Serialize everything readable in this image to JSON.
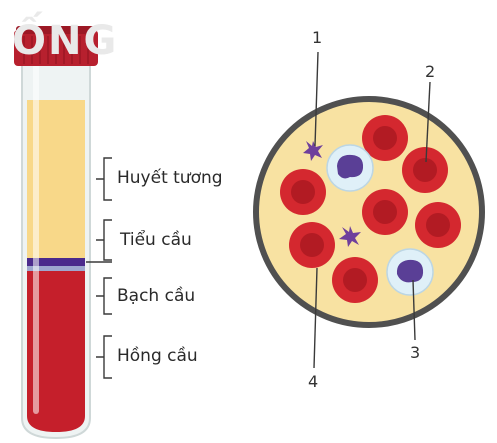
{
  "watermark": "ỐNG",
  "tube": {
    "labels": {
      "plasma": "Huyết tương",
      "platelets": "Tiểu cầu",
      "wbc": "Bạch cầu",
      "rbc": "Hồng cầu"
    },
    "colors": {
      "plasma": "#f8d889",
      "buffy": "#4b2a8c",
      "rbc": "#c51f2b",
      "cap": "#b7202e"
    }
  },
  "circle": {
    "callouts": [
      "1",
      "2",
      "3",
      "4"
    ],
    "colors": {
      "fill": "#f8e2a2",
      "ring": "#505050",
      "rbc": "#d4282f",
      "wbc_body": "#dff0f8",
      "wbc_nucleus": "#5a3f96",
      "platelet": "#6f3f9c"
    }
  }
}
